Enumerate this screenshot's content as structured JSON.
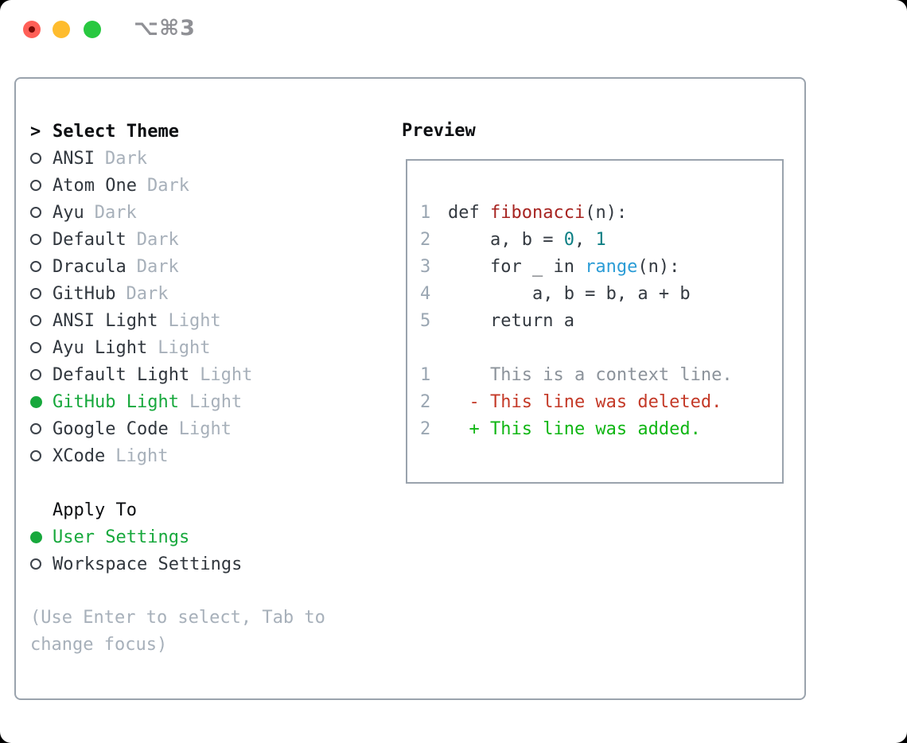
{
  "titlebar": {
    "title": "⌥⌘3",
    "buttons": [
      "close",
      "minimize",
      "zoom"
    ]
  },
  "colors": {
    "tl-red": "#ff5f57",
    "tl-red-dot": "#7a0a06",
    "tl-yellow": "#febc2e",
    "tl-green": "#28c840",
    "c-title": "#8f9095",
    "c-border": "#9aa3ad",
    "c-header": "#0c0e11",
    "c-darktext": "#31373e",
    "c-muted": "#a7b0ba",
    "c-selected": "#17a83c",
    "c-plain": "#343a41",
    "c-linenum": "#9aa6b2",
    "c-func": "#a72421",
    "c-num": "#0c7f84",
    "c-builtin": "#2b9cd6",
    "c-context": "#8c939b",
    "c-deleted": "#c43a28",
    "c-added": "#10b614"
  },
  "theme_panel": {
    "select_header": {
      "prompt": ">",
      "label": "Select Theme"
    },
    "themes": [
      {
        "name": "ANSI",
        "tag": "Dark",
        "selected": false
      },
      {
        "name": "Atom One",
        "tag": "Dark",
        "selected": false
      },
      {
        "name": "Ayu",
        "tag": "Dark",
        "selected": false
      },
      {
        "name": "Default",
        "tag": "Dark",
        "selected": false
      },
      {
        "name": "Dracula",
        "tag": "Dark",
        "selected": false
      },
      {
        "name": "GitHub",
        "tag": "Dark",
        "selected": false
      },
      {
        "name": "ANSI Light",
        "tag": "Light",
        "selected": false
      },
      {
        "name": "Ayu Light",
        "tag": "Light",
        "selected": false
      },
      {
        "name": "Default Light",
        "tag": "Light",
        "selected": false
      },
      {
        "name": "GitHub Light",
        "tag": "Light",
        "selected": true
      },
      {
        "name": "Google Code",
        "tag": "Light",
        "selected": false
      },
      {
        "name": "XCode",
        "tag": "Light",
        "selected": false
      }
    ],
    "apply_to": {
      "label": "Apply To",
      "options": [
        {
          "name": "User Settings",
          "selected": true
        },
        {
          "name": "Workspace Settings",
          "selected": false
        }
      ]
    },
    "help_lines": [
      "(Use Enter to select, Tab to",
      "change focus)"
    ]
  },
  "preview": {
    "header": "Preview",
    "code_lines": [
      {
        "num": "1",
        "segments": [
          {
            "t": "def ",
            "c": "plain"
          },
          {
            "t": "fibonacci",
            "c": "func"
          },
          {
            "t": "(n):",
            "c": "plain"
          }
        ]
      },
      {
        "num": "2",
        "segments": [
          {
            "t": "    a, b = ",
            "c": "plain"
          },
          {
            "t": "0",
            "c": "num"
          },
          {
            "t": ", ",
            "c": "plain"
          },
          {
            "t": "1",
            "c": "num"
          }
        ]
      },
      {
        "num": "3",
        "segments": [
          {
            "t": "    for _ in ",
            "c": "plain"
          },
          {
            "t": "range",
            "c": "builtin"
          },
          {
            "t": "(n):",
            "c": "plain"
          }
        ]
      },
      {
        "num": "4",
        "segments": [
          {
            "t": "        a, b = b, a + b",
            "c": "plain"
          }
        ]
      },
      {
        "num": "5",
        "segments": [
          {
            "t": "    return a",
            "c": "plain"
          }
        ]
      }
    ],
    "diff_lines": [
      {
        "num": "1",
        "text": "    This is a context line.",
        "kind": "context"
      },
      {
        "num": "2",
        "text": "  - This line was deleted.",
        "kind": "deleted"
      },
      {
        "num": "2",
        "text": "  + This line was added.",
        "kind": "added"
      }
    ]
  }
}
